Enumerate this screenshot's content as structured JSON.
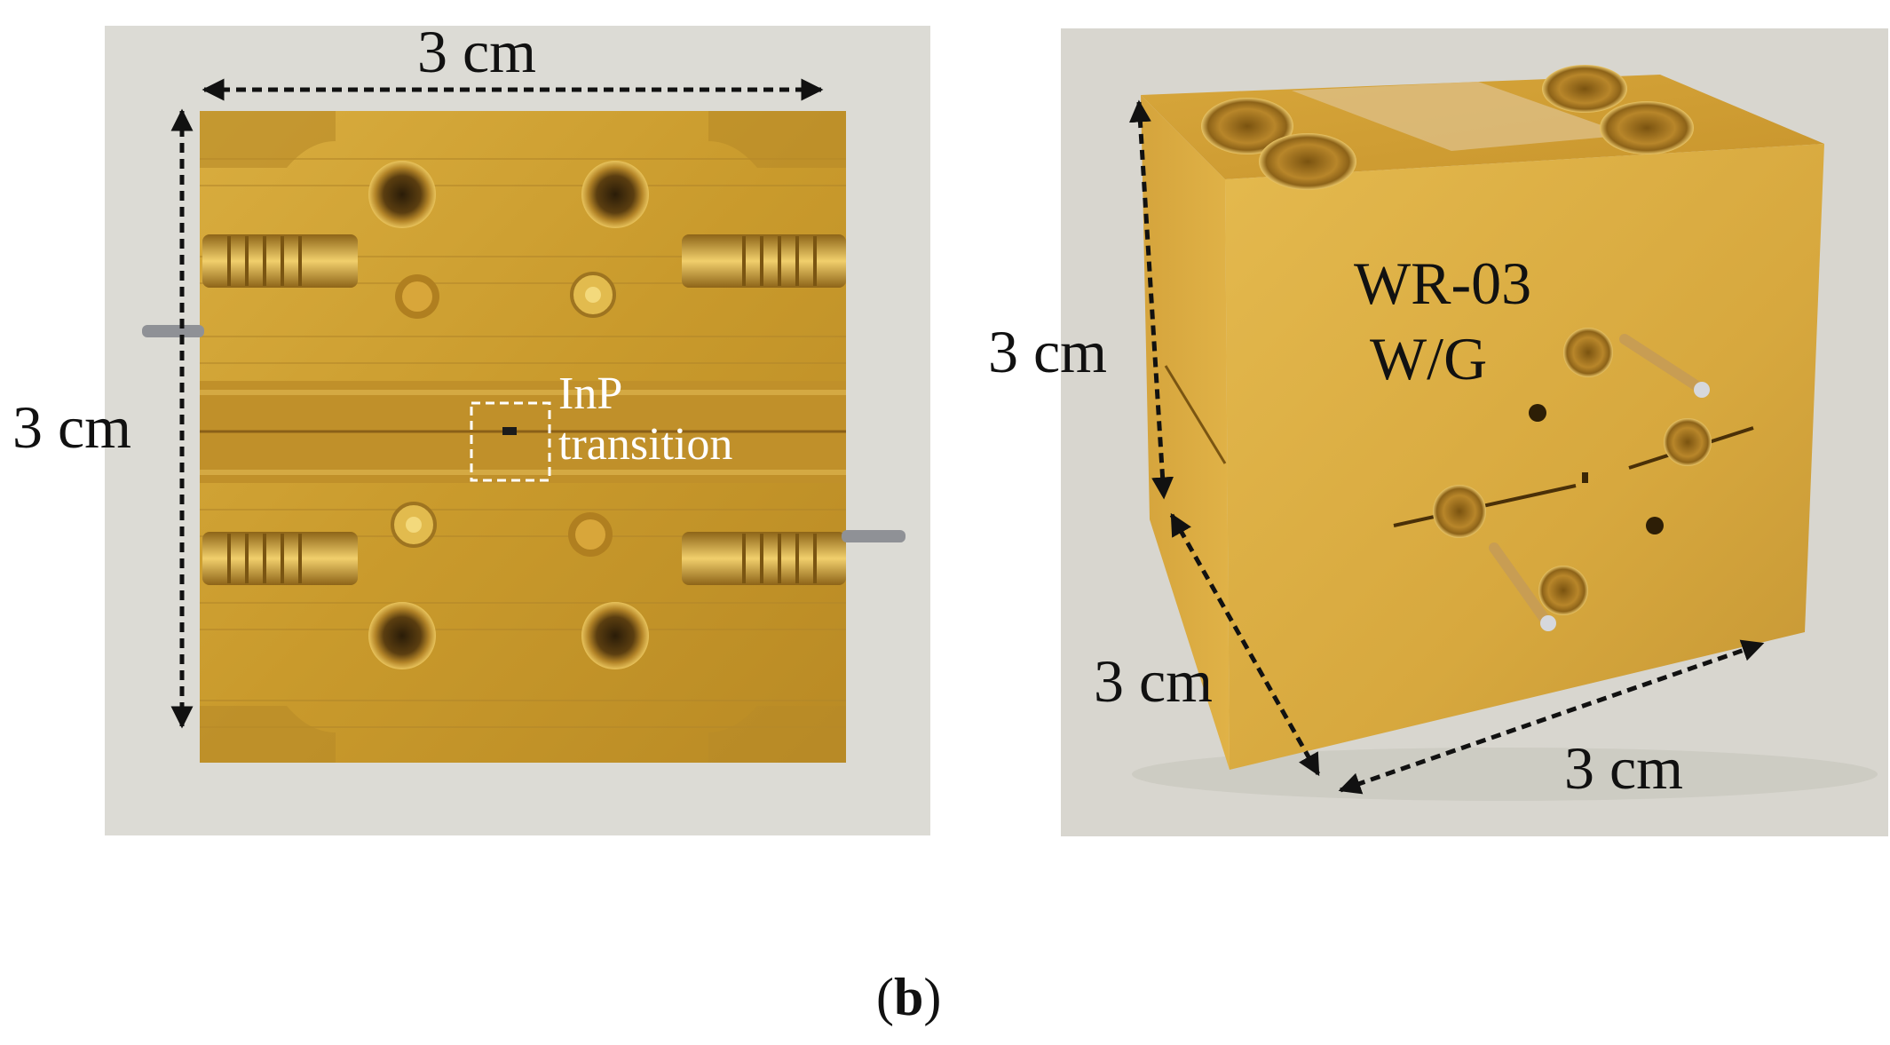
{
  "left_panel": {
    "width_label": "3 cm",
    "height_label": "3 cm",
    "callout_line1": "InP",
    "callout_line2": "transition"
  },
  "right_panel": {
    "label_line1": "WR-03",
    "label_line2": "W/G",
    "height_label": "3 cm",
    "depth_label": "3 cm",
    "width_label": "3 cm"
  },
  "caption": {
    "open": "(",
    "letter": "b",
    "close": ")"
  },
  "colors": {
    "brass": "#c89a2e",
    "brass_light": "#ddb54a",
    "background": "#dcdbd5",
    "arrow": "#111111"
  }
}
